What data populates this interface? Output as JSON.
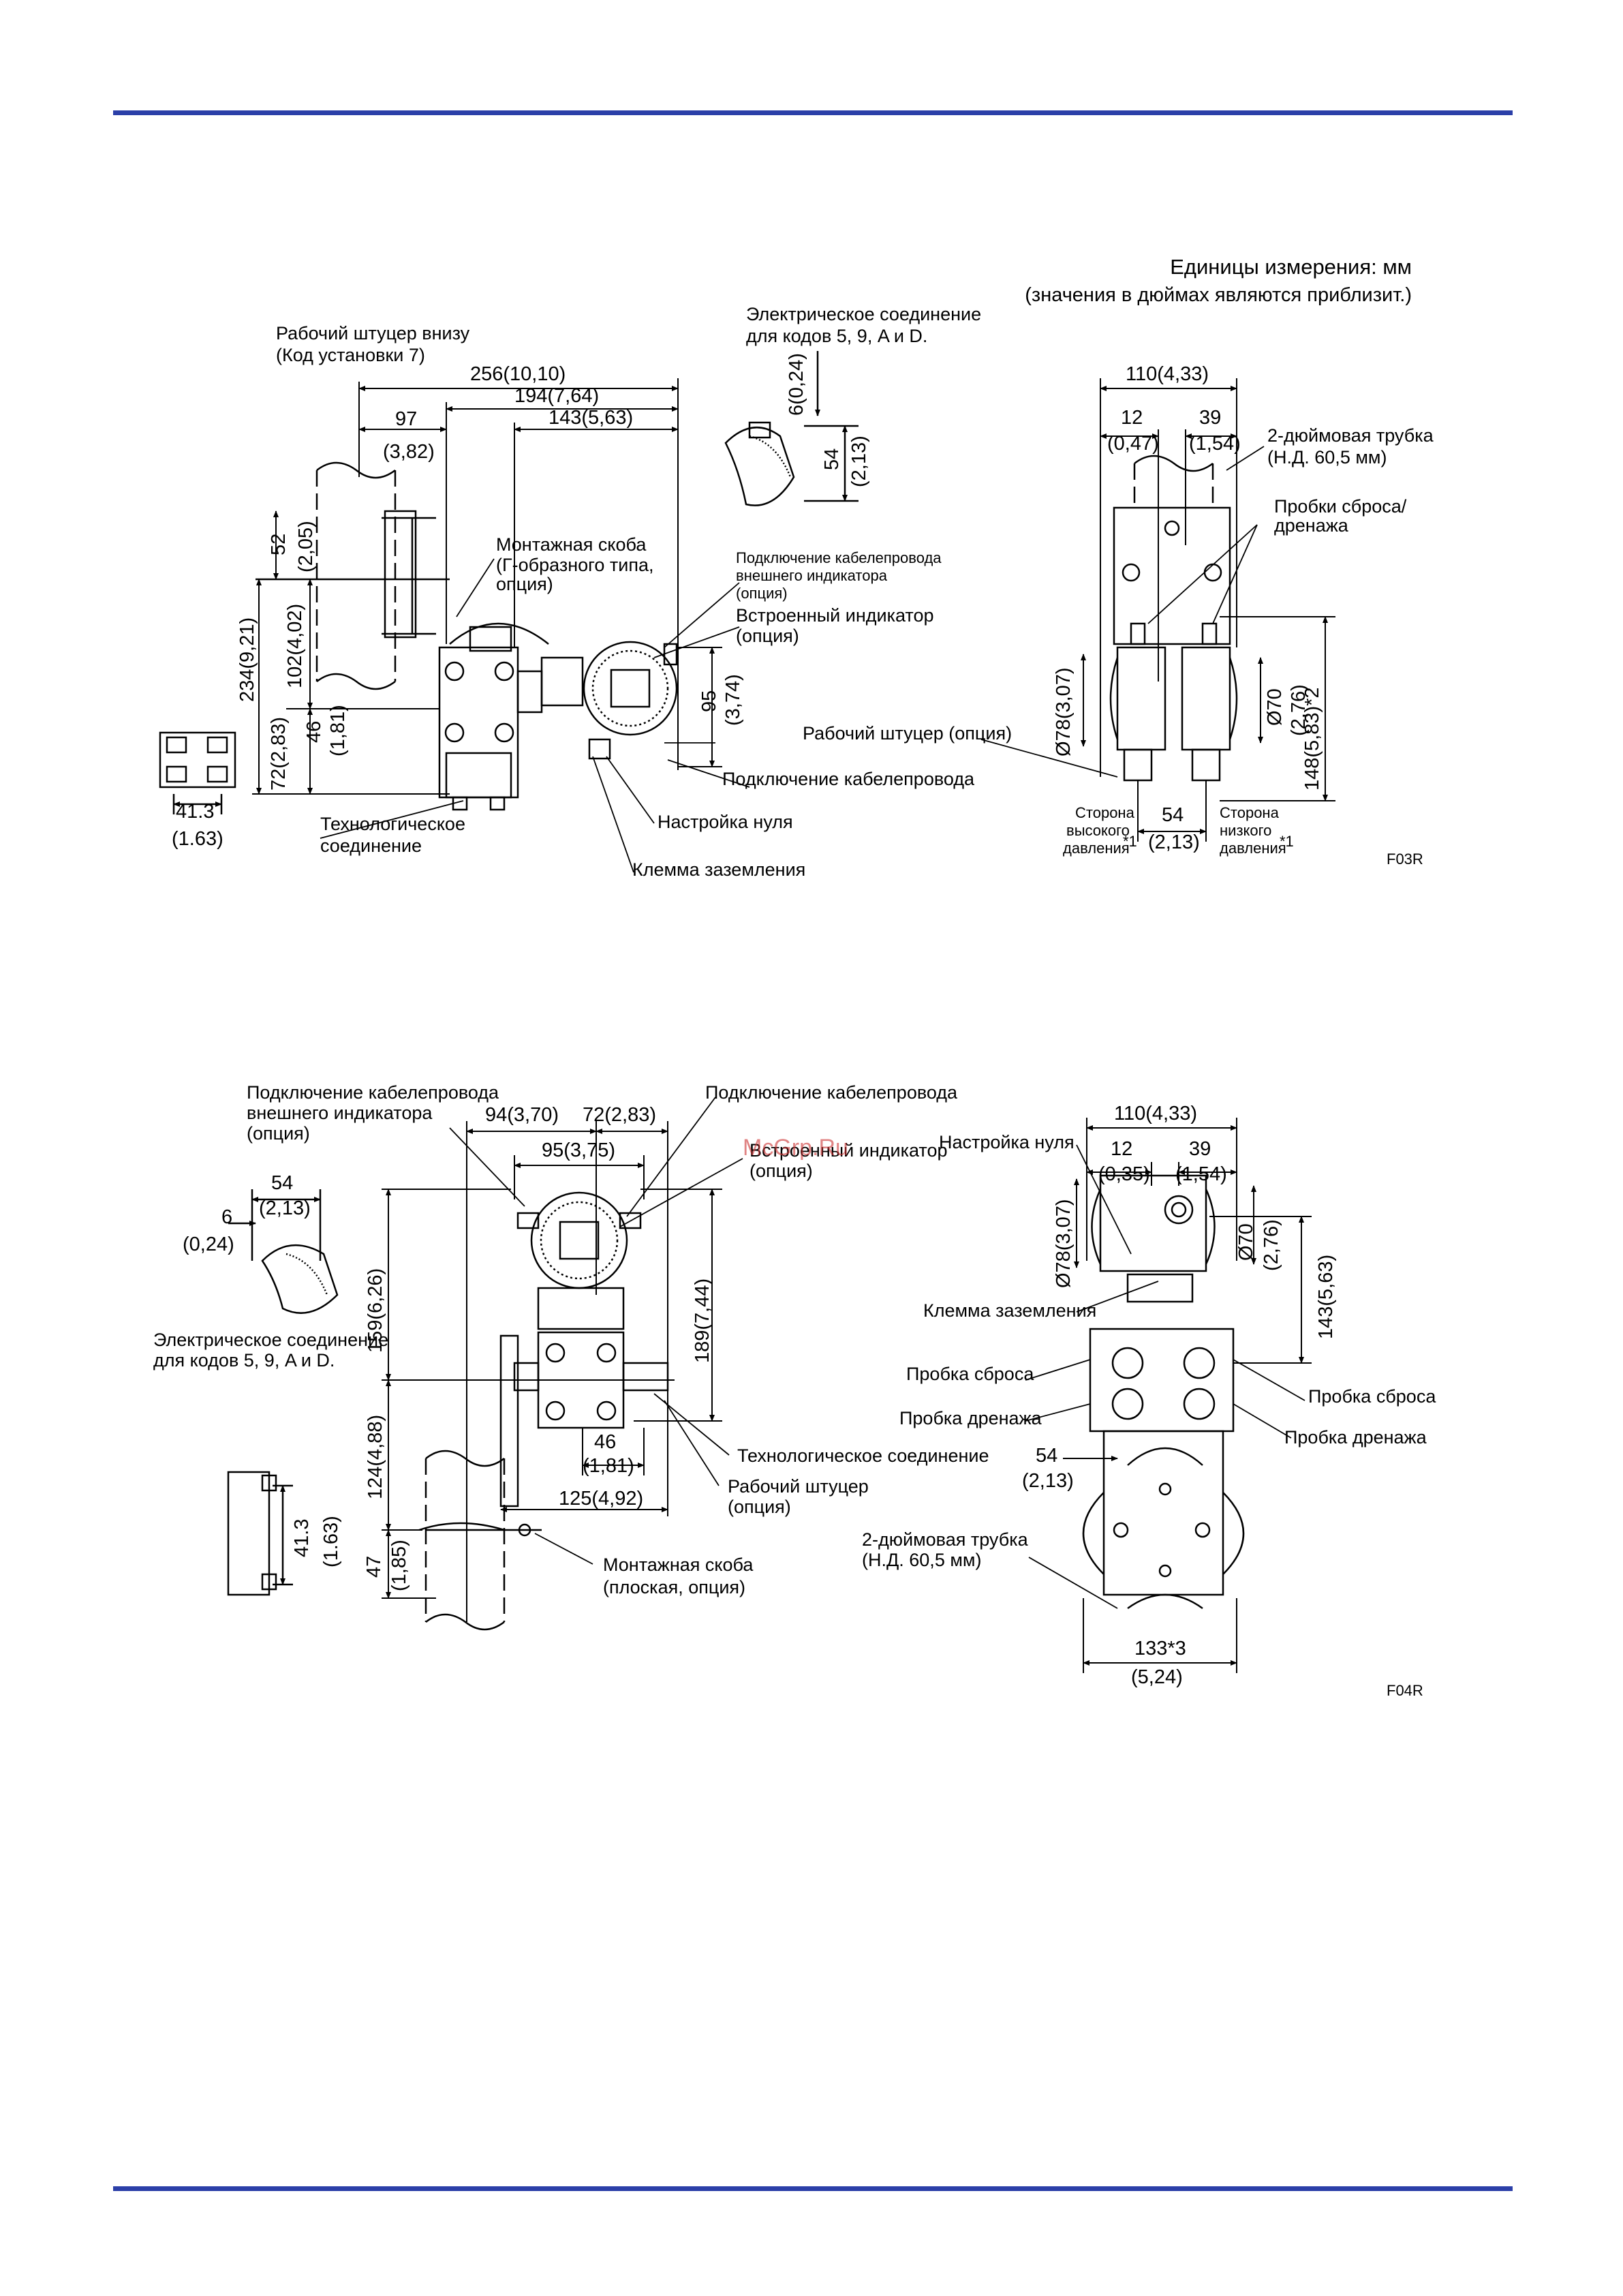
{
  "units_note": {
    "line1": "Единицы измерения: мм",
    "line2": "(значения в дюймах являются приблизит.)"
  },
  "watermark": "McGrp.Ru",
  "figure1": {
    "code": "F03R",
    "labels": {
      "bottom_process": "Рабочий штуцер внизу",
      "install_code": "(Код установки 7)",
      "elec_conn": "Электрическое соединение",
      "elec_codes": "для кодов 5, 9, A и D.",
      "bracket_1": "Монтажная скоба",
      "bracket_2": "(Г-образного типа,",
      "bracket_3": "опция)",
      "ext_ind_1": "Подключение кабелепровода",
      "ext_ind_2": "внешнего индикатора",
      "ext_ind_3": "(опция)",
      "int_ind_1": "Встроенный индикатор",
      "int_ind_2": "(опция)",
      "process_opt": "Рабочий штуцер (опция)",
      "conduit": "Подключение кабелепровода",
      "zero": "Настройка нуля",
      "ground": "Клемма заземления",
      "proc_conn_1": "Технологическое",
      "proc_conn_2": "соединение",
      "pipe_1": "2-дюймовая трубка",
      "pipe_2": "(Н.Д. 60,5 мм)",
      "vent_1": "Пробки сброса/",
      "vent_2": "дренажа",
      "high_1": "Сторона",
      "high_2": "высокого",
      "high_3": "давления",
      "high_note": "*1",
      "low_1": "Сторона",
      "low_2": "низкого",
      "low_3": "давления",
      "low_note": "*1"
    },
    "dims": {
      "d256": "256(10,10)",
      "d194": "194(7,64)",
      "d143": "143(5,63)",
      "d97": "97",
      "d97i": "(3,82)",
      "d6": "6(0,24)",
      "d54v": "54",
      "d54vi": "(2,13)",
      "d52": "52",
      "d52i": "(2,05)",
      "d234": "234(9,21)",
      "d102": "102(4,02)",
      "d46": "46",
      "d46i": "(1,81)",
      "d72": "72(2,83)",
      "d95": "95",
      "d95i": "(3,74)",
      "d41": "41.3",
      "d41i": "(1.63)",
      "d110": "110(4,33)",
      "d12": "12",
      "d12i": "(0,47)",
      "d39": "39",
      "d39i": "(1,54)",
      "d78": "Ø78(3,07)",
      "d70": "Ø70",
      "d70i": "(2,76)",
      "d148": "148(5,83)*2",
      "d54": "54",
      "d54i": "(2,13)"
    }
  },
  "figure2": {
    "code": "F04R",
    "labels": {
      "ext_ind_1": "Подключение кабелепровода",
      "ext_ind_2": "внешнего индикатора",
      "ext_ind_3": "(опция)",
      "conduit": "Подключение кабелепровода",
      "int_ind_1": "Встроенный индикатор",
      "int_ind_2": "(опция)",
      "zero": "Настройка нуля",
      "ground": "Клемма заземления",
      "vent_l": "Пробка сброса",
      "drain_l": "Пробка дренажа",
      "vent_r": "Пробка сброса",
      "drain_r": "Пробка дренажа",
      "elec_conn": "Электрическое соединение",
      "elec_codes": "для кодов 5, 9, A и D.",
      "proc_conn": "Технологическое соединение",
      "proc_1": "Рабочий штуцер",
      "proc_2": "(опция)",
      "bracket_1": "Монтажная скоба",
      "bracket_2": "(плоская, опция)",
      "pipe_1": "2-дюймовая трубка",
      "pipe_2": "(Н.Д. 60,5 мм)"
    },
    "dims": {
      "d94": "94(3,70)",
      "d72": "72(2,83)",
      "d95": "95(3,75)",
      "d54": "54",
      "d54i": "(2,13)",
      "d6": "6",
      "d6i": "(0,24)",
      "d159": "159(6,26)",
      "d189": "189(7,44)",
      "d124": "124(4,88)",
      "d47": "47",
      "d47i": "(1,85)",
      "d46": "46",
      "d46i": "(1,81)",
      "d125": "125(4,92)",
      "d41": "41.3",
      "d41i": "(1.63)",
      "d110": "110(4,33)",
      "d12": "12",
      "d12i": "(0,35)",
      "d39": "39",
      "d39i": "(1,54)",
      "d78": "Ø78(3,07)",
      "d70": "Ø70",
      "d70i": "(2,76)",
      "d143": "143(5,63)",
      "d54r": "54",
      "d54ri": "(2,13)",
      "d133": "133*3",
      "d133i": "(5,24)"
    }
  }
}
